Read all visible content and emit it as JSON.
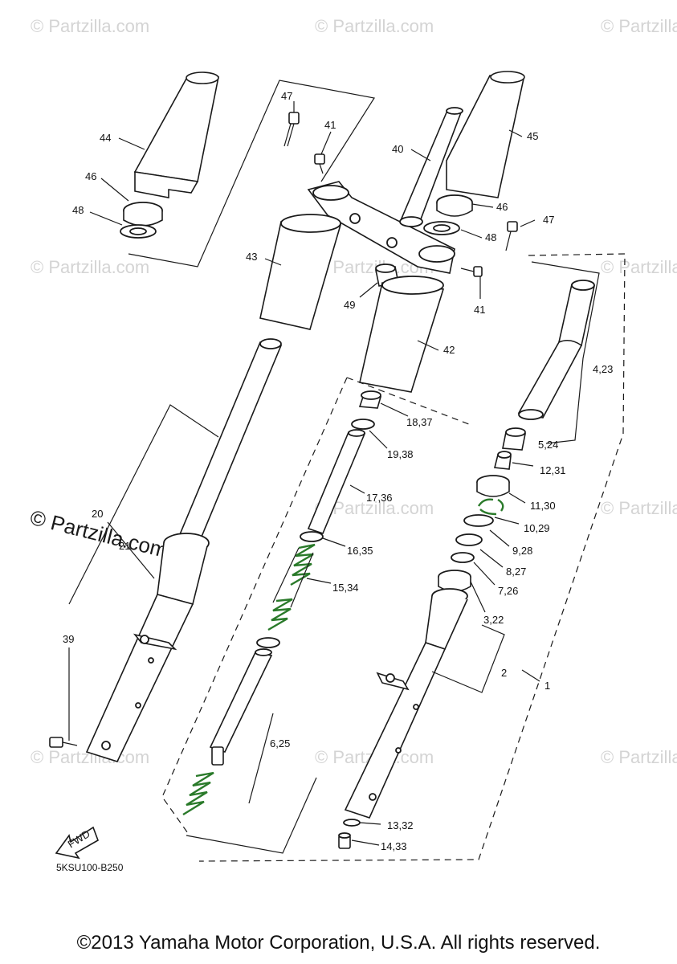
{
  "watermarks": {
    "small": "© Partzilla.com",
    "large": "© Partzilla.com"
  },
  "diagram_code": "5KSU100-B250",
  "fwd_label": "FWD",
  "copyright": "©2013 Yamaha Motor Corporation, U.S.A. All rights reserved.",
  "callouts": {
    "c44": "44",
    "c46a": "46",
    "c48a": "48",
    "c47a": "47",
    "c41a": "41",
    "c40": "40",
    "c45": "45",
    "c46b": "46",
    "c48b": "48",
    "c47b": "47",
    "c41b": "41",
    "c43": "43",
    "c49": "49",
    "c42": "42",
    "c4_23": "4,23",
    "c18_37": "18,37",
    "c19_38": "19,38",
    "c5_24": "5,24",
    "c12_31": "12,31",
    "c17_36": "17,36",
    "c11_30": "11,30",
    "c10_29": "10,29",
    "c20": "20",
    "c21": "21",
    "c16_35": "16,35",
    "c9_28": "9,28",
    "c8_27": "8,27",
    "c15_34": "15,34",
    "c7_26": "7,26",
    "c3_22": "3,22",
    "c39": "39",
    "c2": "2",
    "c1": "1",
    "c6_25": "6,25",
    "c13_32": "13,32",
    "c14_33": "14,33"
  },
  "colors": {
    "spring": "#2a7a2a",
    "line": "#1a1a1a",
    "watermark": "#d4d4d4"
  }
}
